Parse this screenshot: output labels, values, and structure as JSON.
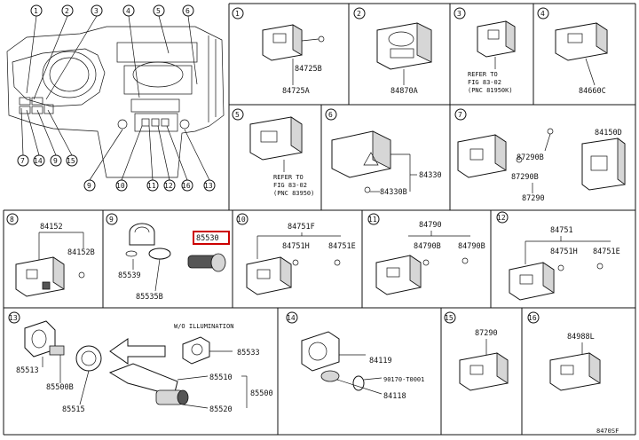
{
  "overview": {
    "callouts": [
      "1",
      "2",
      "3",
      "4",
      "5",
      "6",
      "7",
      "14",
      "9",
      "15",
      "10",
      "11",
      "12",
      "16",
      "13"
    ]
  },
  "sections": {
    "s1": {
      "num": "1",
      "parts": [
        "84725B",
        "84725A"
      ]
    },
    "s2": {
      "num": "2",
      "parts": [
        "84870A"
      ]
    },
    "s3": {
      "num": "3",
      "note": [
        "REFER TO",
        "FIG 83-02",
        "(PNC 81950K)"
      ]
    },
    "s4": {
      "num": "4",
      "parts": [
        "84660C"
      ]
    },
    "s5": {
      "num": "5",
      "note": [
        "REFER TO",
        "FIG 83-02",
        "(PNC 83950)"
      ]
    },
    "s6": {
      "num": "6",
      "parts": [
        "84330",
        "84330B"
      ]
    },
    "s7": {
      "num": "7",
      "parts": [
        "84150D",
        "87290B",
        "87290B",
        "87290"
      ]
    },
    "s8": {
      "num": "8",
      "parts": [
        "84152",
        "84152B"
      ]
    },
    "s9": {
      "num": "9",
      "parts": [
        "85530",
        "85539",
        "85535B"
      ]
    },
    "s10": {
      "num": "10",
      "parts": [
        "84751F",
        "84751H",
        "84751E"
      ]
    },
    "s11": {
      "num": "11",
      "parts": [
        "84790",
        "84790B",
        "84790B"
      ]
    },
    "s12": {
      "num": "12",
      "parts": [
        "84751",
        "84751H",
        "84751E"
      ]
    },
    "s13": {
      "num": "13",
      "note": "W/O ILLUMINATION",
      "parts": [
        "85533",
        "85513",
        "85500B",
        "85515",
        "85510",
        "85500",
        "85520"
      ]
    },
    "s14": {
      "num": "14",
      "parts": [
        "84119",
        "90170-T0001",
        "84118"
      ]
    },
    "s15": {
      "num": "15",
      "parts": [
        "87290"
      ]
    },
    "s16": {
      "num": "16",
      "parts": [
        "84988L"
      ]
    }
  },
  "footer": {
    "code": "8470SF"
  }
}
